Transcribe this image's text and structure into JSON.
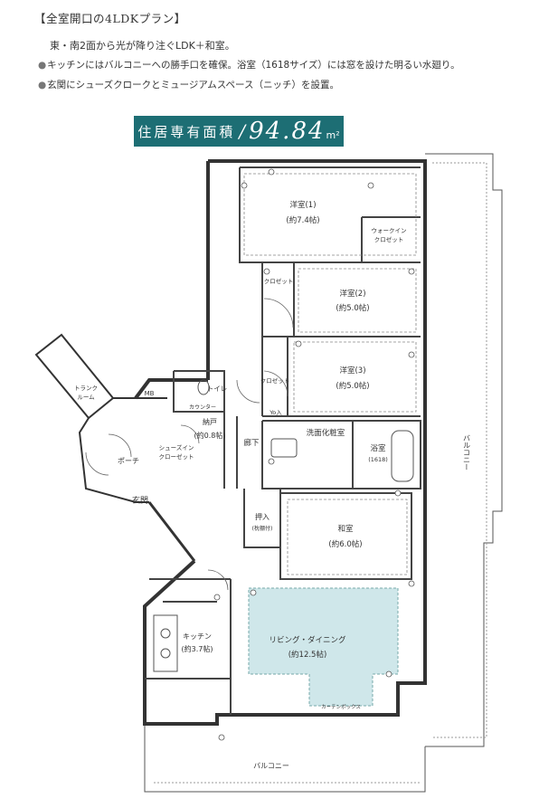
{
  "title": "【全室開口の4LDKプラン】",
  "lead": "東・南2面から光が降り注ぐLDK＋和室。",
  "bullets": [
    "キッチンにはバルコニーへの勝手口を確保。浴室（1618サイズ）には窓を設けた明るい水廻り。",
    "玄関にシューズクロークとミュージアムスペース（ニッチ）を設置。"
  ],
  "area": {
    "label": "住居専有面積",
    "value": "94.84",
    "unit": "m²"
  },
  "rooms": {
    "western1": {
      "name": "洋室(1)",
      "size": "(約7.4帖)"
    },
    "western2": {
      "name": "洋室(2)",
      "size": "(約5.0帖)"
    },
    "western3": {
      "name": "洋室(3)",
      "size": "(約5.0帖)"
    },
    "walkin": {
      "l1": "ウォークイン",
      "l2": "クロゼット"
    },
    "closet": "クロゼット",
    "trunk": {
      "l1": "トランク",
      "l2": "ルーム"
    },
    "mb": "MB",
    "porch": "ポーチ",
    "entrance": "玄関",
    "shoes": {
      "l1": "シューズイン",
      "l2": "クローゼット"
    },
    "toilet": "トイレ",
    "counter": "カウンター",
    "storage": {
      "name": "納戸",
      "size": "(約0.8帖)"
    },
    "corridor": "廊下",
    "linen": "Yo入",
    "washroom": "洗面化粧室",
    "bath": {
      "name": "浴室",
      "size": "(1618)"
    },
    "oshiire": {
      "l1": "押入",
      "l2": "(枕棚付)"
    },
    "japanese": {
      "name": "和室",
      "size": "(約6.0帖)"
    },
    "kitchen": {
      "name": "キッチン",
      "size": "(約3.7帖)"
    },
    "ldk": {
      "name": "リビング・ダイニング",
      "size": "(約12.5帖)"
    },
    "balcony": "バルコニー",
    "balcony_east": "バルコニー",
    "curtain": "カーテンボックス"
  }
}
